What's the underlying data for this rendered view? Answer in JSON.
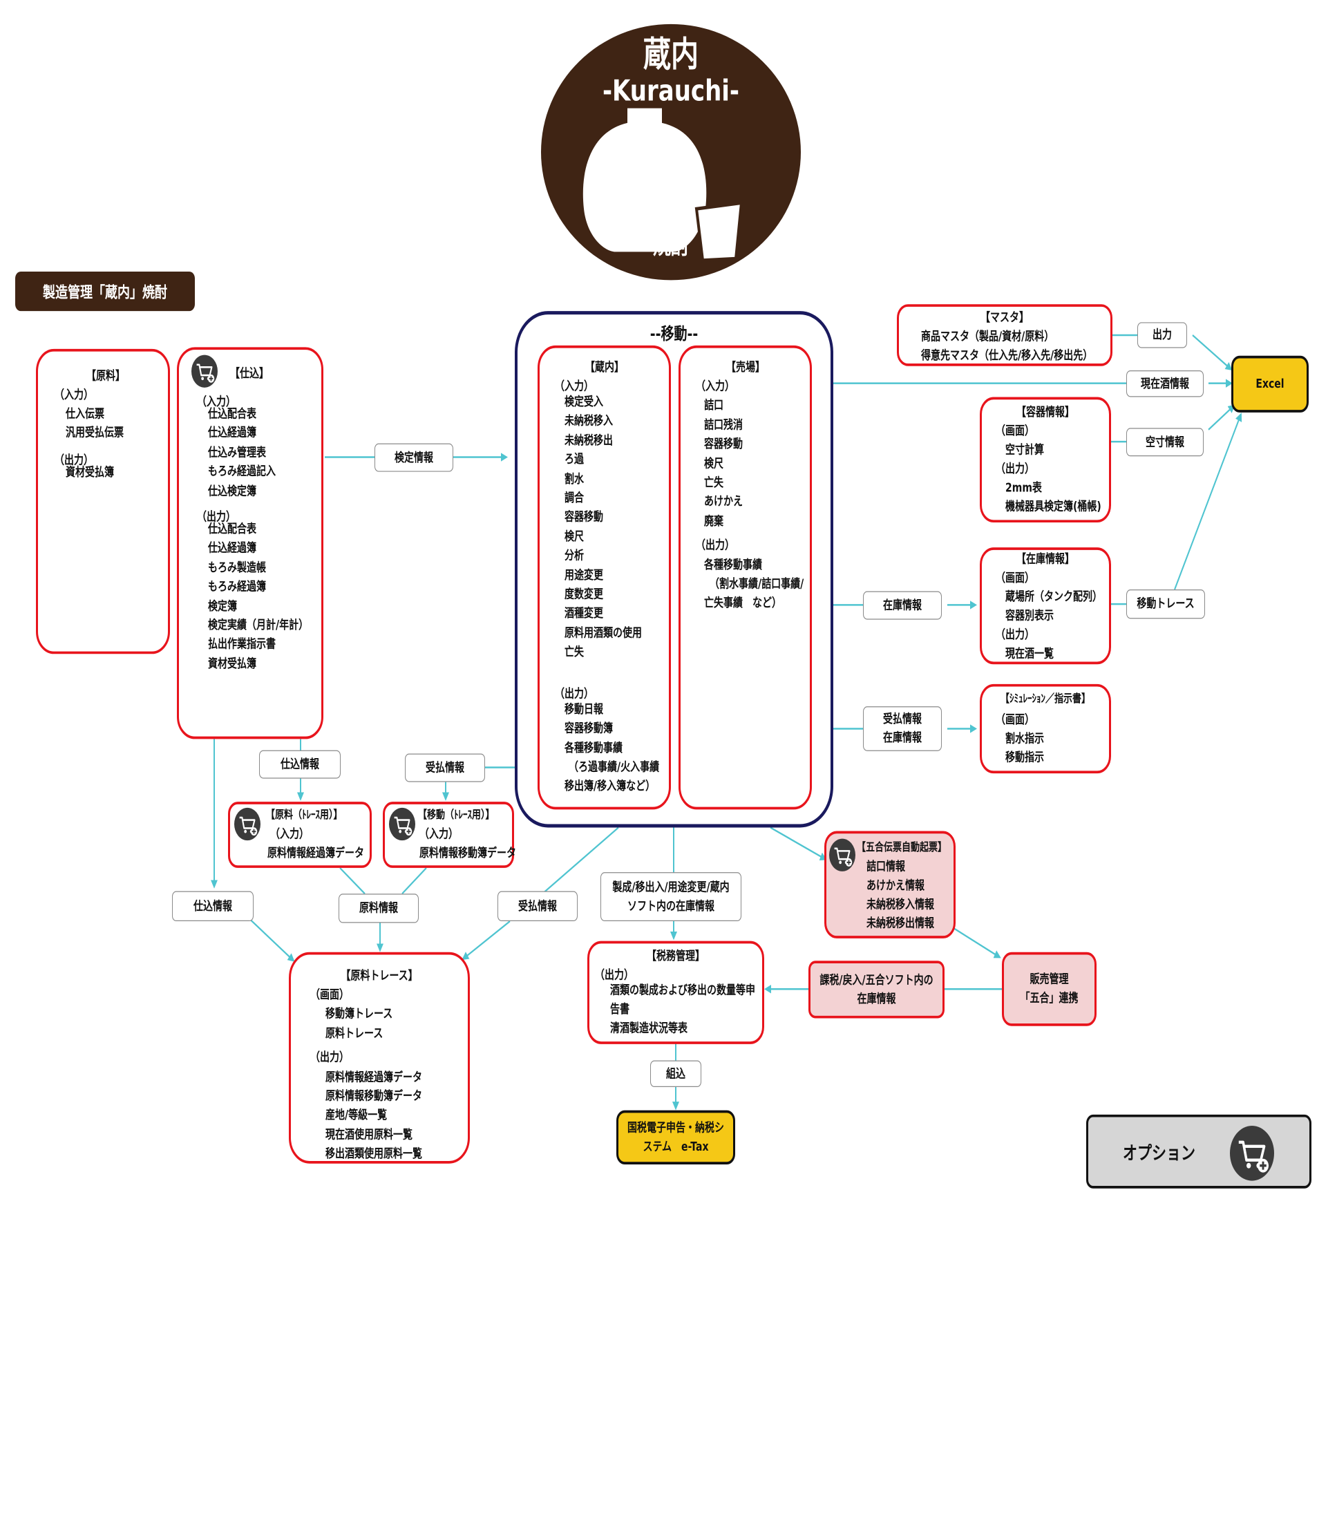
{
  "logo": {
    "title": "蔵内",
    "subtitle": "-Kurauchi-",
    "caption": "焼酎",
    "color": "#3f2414"
  },
  "badge": {
    "label": "製造管理「蔵内」焼酎",
    "color": "#3f2414"
  },
  "colors": {
    "box_border": "#e8141c",
    "move_border": "#1a1a5e",
    "arrow": "#4fc4d0",
    "highlight": "#f5c816",
    "pink_fill": "#f3d2d3"
  },
  "genryo": {
    "title": "【原料】",
    "lines": [
      "（入力）",
      "仕入伝票",
      "汎用受払伝票",
      "（出力）",
      "資材受払簿"
    ]
  },
  "shikomi": {
    "title": "【仕込】",
    "lines": [
      "（入力）",
      "仕込配合表",
      "仕込経過簿",
      "仕込み管理表",
      "もろみ経過記入",
      "仕込検定簿",
      "（出力）",
      "仕込配合表",
      "仕込経過簿",
      "もろみ製造帳",
      "もろみ経過簿",
      "検定簿",
      "検定実績（月計/年計）",
      "払出作業指示書",
      "資材受払簿"
    ]
  },
  "move": {
    "title": "--移動--",
    "kura": {
      "title": "【蔵内】",
      "lines": [
        "（入力）",
        "検定受入",
        "未納税移入",
        "未納税移出",
        "ろ過",
        "割水",
        "調合",
        "容器移動",
        "検尺",
        "分析",
        "用途変更",
        "度数変更",
        "酒種変更",
        "原料用酒類の使用",
        "亡失",
        "（出力）",
        "移動日報",
        "容器移動簿",
        "各種移動事績",
        "（ろ過事績/火入事績",
        "移出簿/移入簿など）"
      ]
    },
    "uriba": {
      "title": "【売場】",
      "lines": [
        "（入力）",
        "詰口",
        "詰口残消",
        "容器移動",
        "検尺",
        "亡失",
        "あけかえ",
        "廃棄",
        "（出力）",
        "各種移動事績",
        "（割水事績/詰口事績/",
        "亡失事績　など）"
      ]
    }
  },
  "master": {
    "title": "【マスタ】",
    "lines": [
      "商品マスタ（製品/資材/原料）",
      "得意先マスタ（仕入先/移入先/移出先）"
    ]
  },
  "youki": {
    "title": "【容器情報】",
    "lines": [
      "（画面）",
      "空寸計算",
      "（出力）",
      "2mm表",
      "機械器具検定簿(桶帳)"
    ]
  },
  "zaiko": {
    "title": "【在庫情報】",
    "lines": [
      "（画面）",
      "蔵場所（タンク配列）",
      "容器別表示",
      "（出力）",
      "現在酒一覧"
    ]
  },
  "sim": {
    "title": "【ｼﾐｭﾚｰｼｮﾝ／指示書】",
    "lines": [
      "（画面）",
      "割水指示",
      "移動指示"
    ]
  },
  "genryo_trace": {
    "title": "【原料（ﾄﾚｰｽ用）】",
    "lines": [
      "（入力）",
      "原料情報経過簿データ"
    ]
  },
  "move_trace": {
    "title": "【移動（ﾄﾚｰｽ用）】",
    "lines": [
      "（入力）",
      "原料情報移動簿データ"
    ]
  },
  "gogo": {
    "title": "【五合伝票自動起票】",
    "lines": [
      "詰口情報",
      "あけかえ情報",
      "未納税移入情報",
      "未納税移出情報"
    ]
  },
  "trace_main": {
    "title": "【原料トレース】",
    "lines": [
      "（画面）",
      "移動簿トレース",
      "原料トレース",
      "（出力）",
      "原料情報経過簿データ",
      "原料情報移動簿データ",
      "産地/等級一覧",
      "現在酒使用原料一覧",
      "移出酒類使用原料一覧"
    ]
  },
  "zeimu": {
    "title": "【税務管理】",
    "lines": [
      "（出力）",
      "酒類の製成および移出の数量等申",
      "告書",
      "清酒製造状況等表"
    ]
  },
  "labels": {
    "kentei": "検定情報",
    "shutsuryoku": "出力",
    "genzai": "現在酒情報",
    "kusun": "空寸情報",
    "zaiko_info": "在庫情報",
    "idou_trace": "移動トレース",
    "ukeharai": "受払情報",
    "zaiko2": "在庫情報",
    "shikomi_info": "仕込情報",
    "ukeharai2": "受払情報",
    "shikomi_info2": "仕込情報",
    "genryo_info": "原料情報",
    "ukeharai3": "受払情報",
    "soft1": "製成/移出入/用途変更/蔵内",
    "soft2": "ソフト内の在庫情報",
    "kazei1": "課税/戻入/五合ソフト内の",
    "kazei2": "在庫情報",
    "hanbai1": "販売管理",
    "hanbai2": "「五合」連携",
    "kumikomi": "組込"
  },
  "excel": "Excel",
  "etax": {
    "line1": "国税電子申告・納税シ",
    "line2": "ステム　e-Tax"
  },
  "option": "オプション"
}
